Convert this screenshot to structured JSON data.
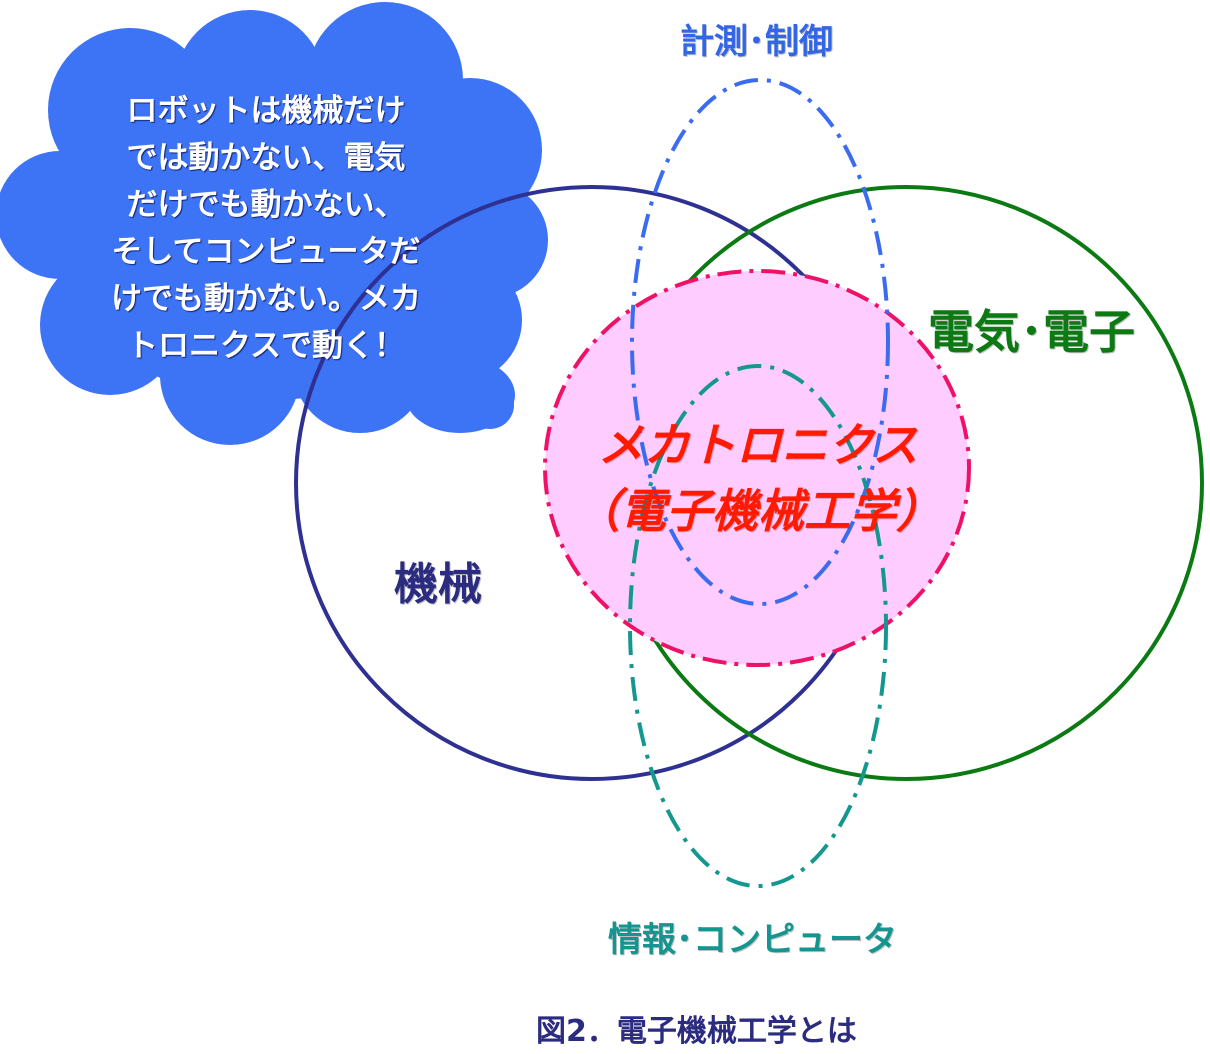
{
  "labels": {
    "measurement_control": "計測･制御",
    "electrical_electronic": "電気･電子",
    "mechanical": "機械",
    "information_computer": "情報･コンピュータ",
    "mechatronics_line1": "メカトロニクス",
    "mechatronics_line2": "（電子機械工学）",
    "caption": "図2．電子機械工学とは"
  },
  "speech_bubble": {
    "lines": [
      "ロボットは機械だけ",
      "では動かない、電気",
      "だけでも動かない、",
      "そしてコンピュータだ",
      "けでも動かない。メカ",
      "トロニクスで動く！"
    ]
  },
  "colors": {
    "mechanical_circle": "#2e3192",
    "electrical_circle": "#0b7a12",
    "measurement_ellipse": "#3b6cf0",
    "information_ellipse": "#13978f",
    "mechatronics_fill": "#ffccff",
    "mechatronics_stroke": "#ee1166",
    "bubble_fill": "#3d73f5"
  }
}
